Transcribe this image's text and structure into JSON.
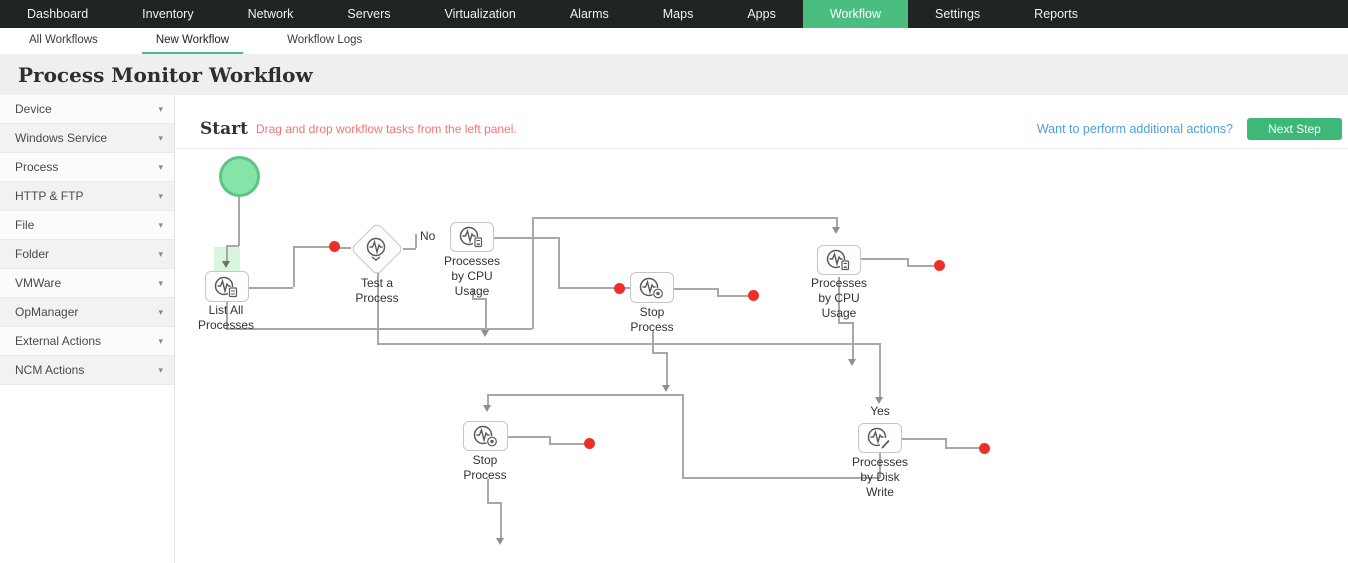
{
  "nav": {
    "items": [
      "Dashboard",
      "Inventory",
      "Network",
      "Servers",
      "Virtualization",
      "Alarms",
      "Maps",
      "Apps",
      "Workflow",
      "Settings",
      "Reports"
    ],
    "active": "Workflow"
  },
  "tabs": {
    "items": [
      "All Workflows",
      "New Workflow",
      "Workflow Logs"
    ],
    "active": "New Workflow"
  },
  "page": {
    "title": "Process Monitor Workflow"
  },
  "sidebar": {
    "items": [
      "Device",
      "Windows Service",
      "Process",
      "HTTP & FTP",
      "File",
      "Folder",
      "VMWare",
      "OpManager",
      "External Actions",
      "NCM Actions"
    ]
  },
  "canvas": {
    "start_label": "Start",
    "hint": "Drag and drop workflow tasks from the left panel.",
    "actions_link": "Want to perform additional actions?",
    "next_button": "Next Step"
  },
  "workflow": {
    "nodes": [
      {
        "id": "start-circle",
        "type": "start",
        "label": ""
      },
      {
        "id": "list-all-processes",
        "icon": "process-list-icon",
        "label": "List All\nProcesses"
      },
      {
        "id": "test-a-process",
        "icon": "process-test-icon",
        "label": "Test a\nProcess"
      },
      {
        "id": "processes-by-cpu-usage-top",
        "icon": "process-cpu-icon",
        "label": "Processes\nby CPU\nUsage"
      },
      {
        "id": "stop-process-middle",
        "icon": "process-stop-icon",
        "label": "Stop\nProcess"
      },
      {
        "id": "processes-by-cpu-usage-right",
        "icon": "process-cpu-icon",
        "label": "Processes\nby CPU\nUsage"
      },
      {
        "id": "stop-process-bottom",
        "icon": "process-stop-icon",
        "label": "Stop\nProcess"
      },
      {
        "id": "processes-by-disk-write",
        "icon": "process-write-icon",
        "label": "Processes\nby Disk\nWrite"
      }
    ],
    "edge_labels": {
      "yes": "Yes",
      "no": "No"
    },
    "endpoint_dot_count": 6
  },
  "colors": {
    "nav_bg": "#1f2424",
    "accent_green": "#4bbd81",
    "button_green": "#3cb878",
    "hint_red": "#f37475",
    "link_blue": "#4e9ed8",
    "dot_red": "#ee2f26",
    "start_fill": "#87e4a9",
    "start_border": "#5ec389",
    "line_gray": "#a8a8a8"
  }
}
